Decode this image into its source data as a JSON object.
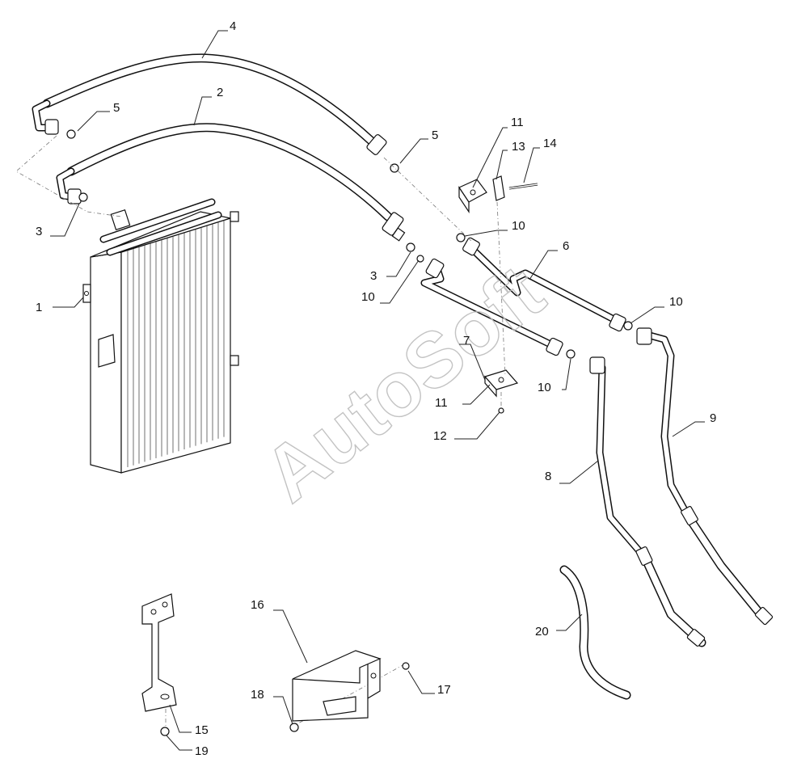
{
  "watermark": "AutoSoft",
  "callouts": {
    "c1": "1",
    "c2": "2",
    "c3a": "3",
    "c3b": "3",
    "c4": "4",
    "c5a": "5",
    "c5b": "5",
    "c6": "6",
    "c7": "7",
    "c8": "8",
    "c9": "9",
    "c10a": "10",
    "c10b": "10",
    "c10c": "10",
    "c10d": "10",
    "c11a": "11",
    "c11b": "11",
    "c12": "12",
    "c13": "13",
    "c14": "14",
    "c15": "15",
    "c16": "16",
    "c17": "17",
    "c18": "18",
    "c19": "19",
    "c20": "20"
  }
}
